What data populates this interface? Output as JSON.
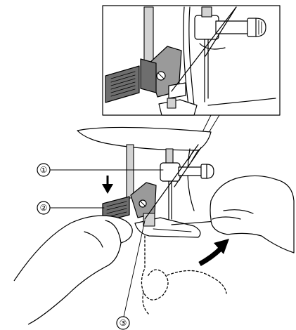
{
  "callouts": [
    {
      "id": "1",
      "label": "①"
    },
    {
      "id": "2",
      "label": "②"
    },
    {
      "id": "3",
      "label": "③"
    }
  ],
  "icons": {
    "lower_arrow": "down-arrow-icon",
    "pull_arrow": "curved-arrow-icon"
  },
  "colors": {
    "line": "#000000",
    "lever_gray": "#6e6e6e",
    "body_gray": "#9a9a9a",
    "background": "#ffffff"
  }
}
